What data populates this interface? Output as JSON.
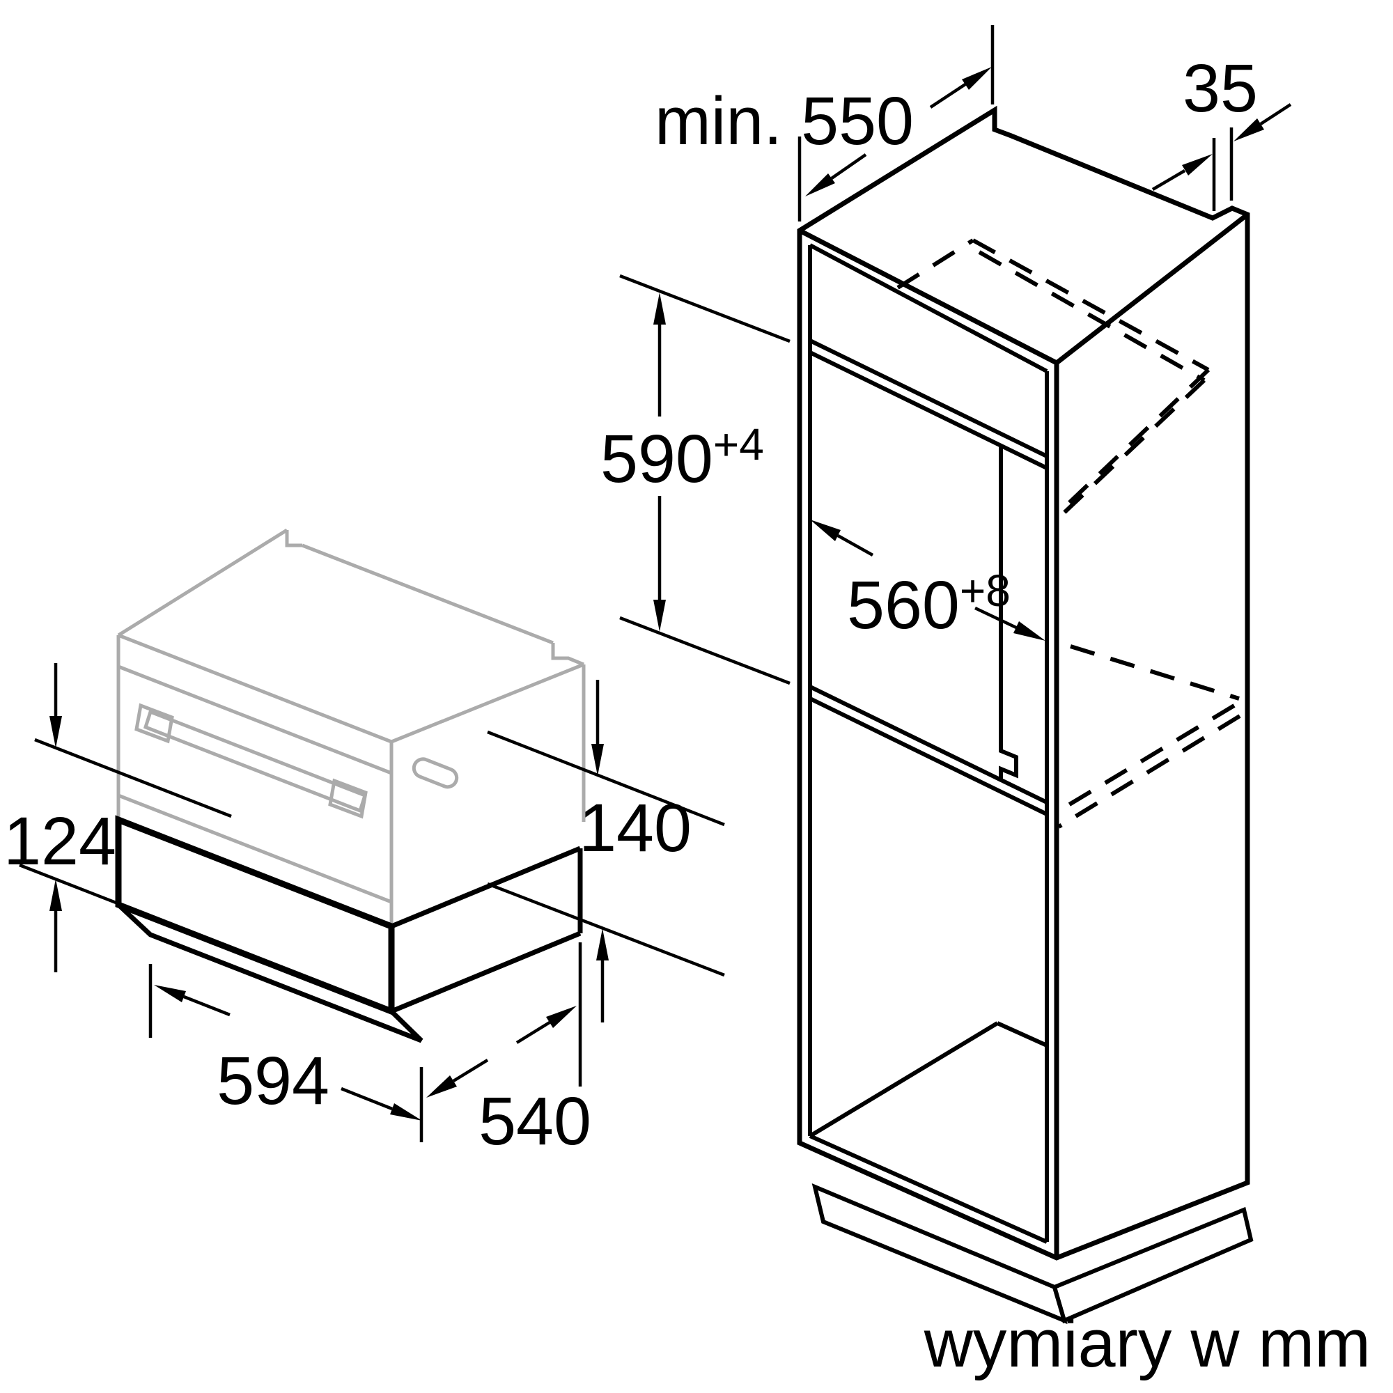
{
  "diagram": {
    "footer": "wymiary w mm",
    "dims": {
      "cabinet_depth": "min. 550",
      "rear_gap": "35",
      "niche_height": {
        "value": "590",
        "tol": "+4"
      },
      "niche_width": {
        "value": "560",
        "tol": "+8"
      },
      "front_panel_height": "124",
      "appliance_height": "140",
      "appliance_width": "594",
      "appliance_depth": "540"
    },
    "colors": {
      "line": "#000000",
      "appliance_outline": "#ababab",
      "background": "#ffffff"
    }
  }
}
